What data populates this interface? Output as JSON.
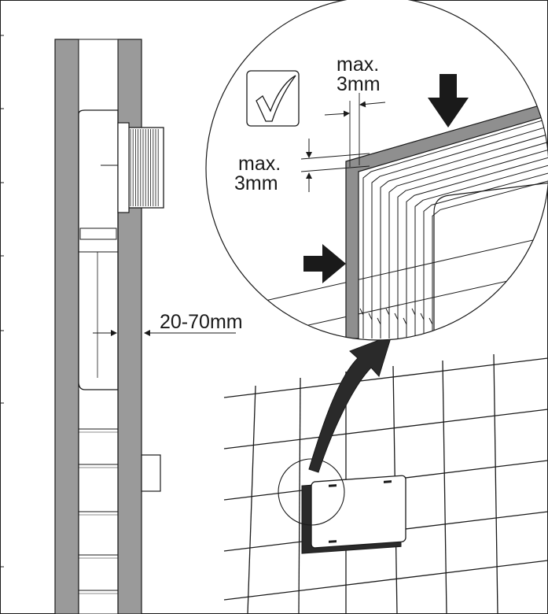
{
  "figure": {
    "title": "",
    "labels": {
      "gap_top_line1": "max.",
      "gap_top_line2": "3mm",
      "gap_side_line1": "max.",
      "gap_side_line2": "3mm",
      "wall_thickness": "20-70mm"
    },
    "icons": {
      "approval": "check-mark-icon",
      "press_down": "arrow-down-icon",
      "press_right": "arrow-right-icon",
      "detail_zoom": "curved-arrow-icon"
    },
    "colors": {
      "line": "#1a1a1a",
      "wall_fill": "#9a9a9a",
      "frame_fill": "#8f8f8f",
      "device_dark": "#2a2a2a",
      "background": "#ffffff"
    }
  }
}
